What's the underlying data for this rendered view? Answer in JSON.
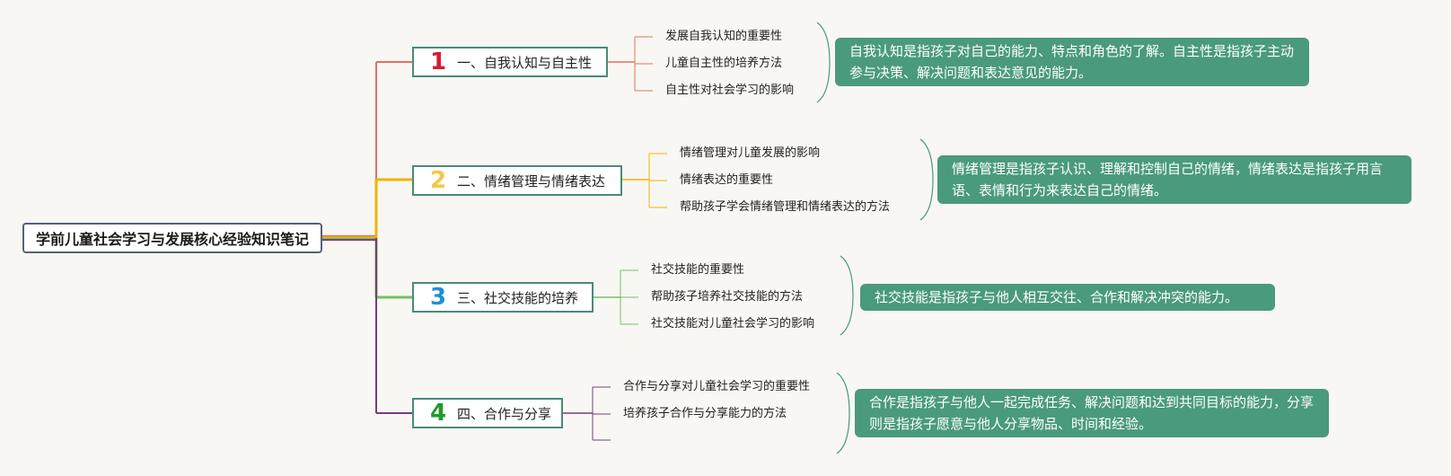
{
  "root": {
    "title": "学前儿童社会学习与发展核心经验知识笔记"
  },
  "branches": [
    {
      "number": "1",
      "title": "一、自我认知与自主性",
      "color": "#e07060",
      "num_color": "#d11f2e",
      "items": [
        "发展自我认知的重要性",
        "儿童自主性的培养方法",
        "自主性对社会学习的影响"
      ],
      "note": "自我认知是指孩子对自己的能力、特点和角色的了解。自主性是指孩子主动参与决策、解决问题和表达意见的能力。"
    },
    {
      "number": "2",
      "title": "二、情绪管理与情绪表达",
      "color": "#f0b400",
      "num_color": "#f2c84b",
      "items": [
        "情绪管理对儿童发展的影响",
        "情绪表达的重要性",
        "帮助孩子学会情绪管理和情绪表达的方法"
      ],
      "note": "情绪管理是指孩子认识、理解和控制自己的情绪，情绪表达是指孩子用言语、表情和行为来表达自己的情绪。"
    },
    {
      "number": "3",
      "title": "三、社交技能的培养",
      "color": "#72c262",
      "num_color": "#1e8fd6",
      "items": [
        "社交技能的重要性",
        "帮助孩子培养社交技能的方法",
        "社交技能对儿童社会学习的影响"
      ],
      "note": "社交技能是指孩子与他人相互交往、合作和解决冲突的能力。"
    },
    {
      "number": "4",
      "title": "四、合作与分享",
      "color": "#7a3c7c",
      "num_color": "#1f9a2c",
      "items": [
        "合作与分享对儿童社会学习的重要性",
        "培养孩子合作与分享能力的方法",
        ""
      ],
      "note": "合作是指孩子与他人一起完成任务、解决问题和达到共同目标的能力，分享则是指孩子愿意与他人分享物品、时间和经验。"
    }
  ]
}
